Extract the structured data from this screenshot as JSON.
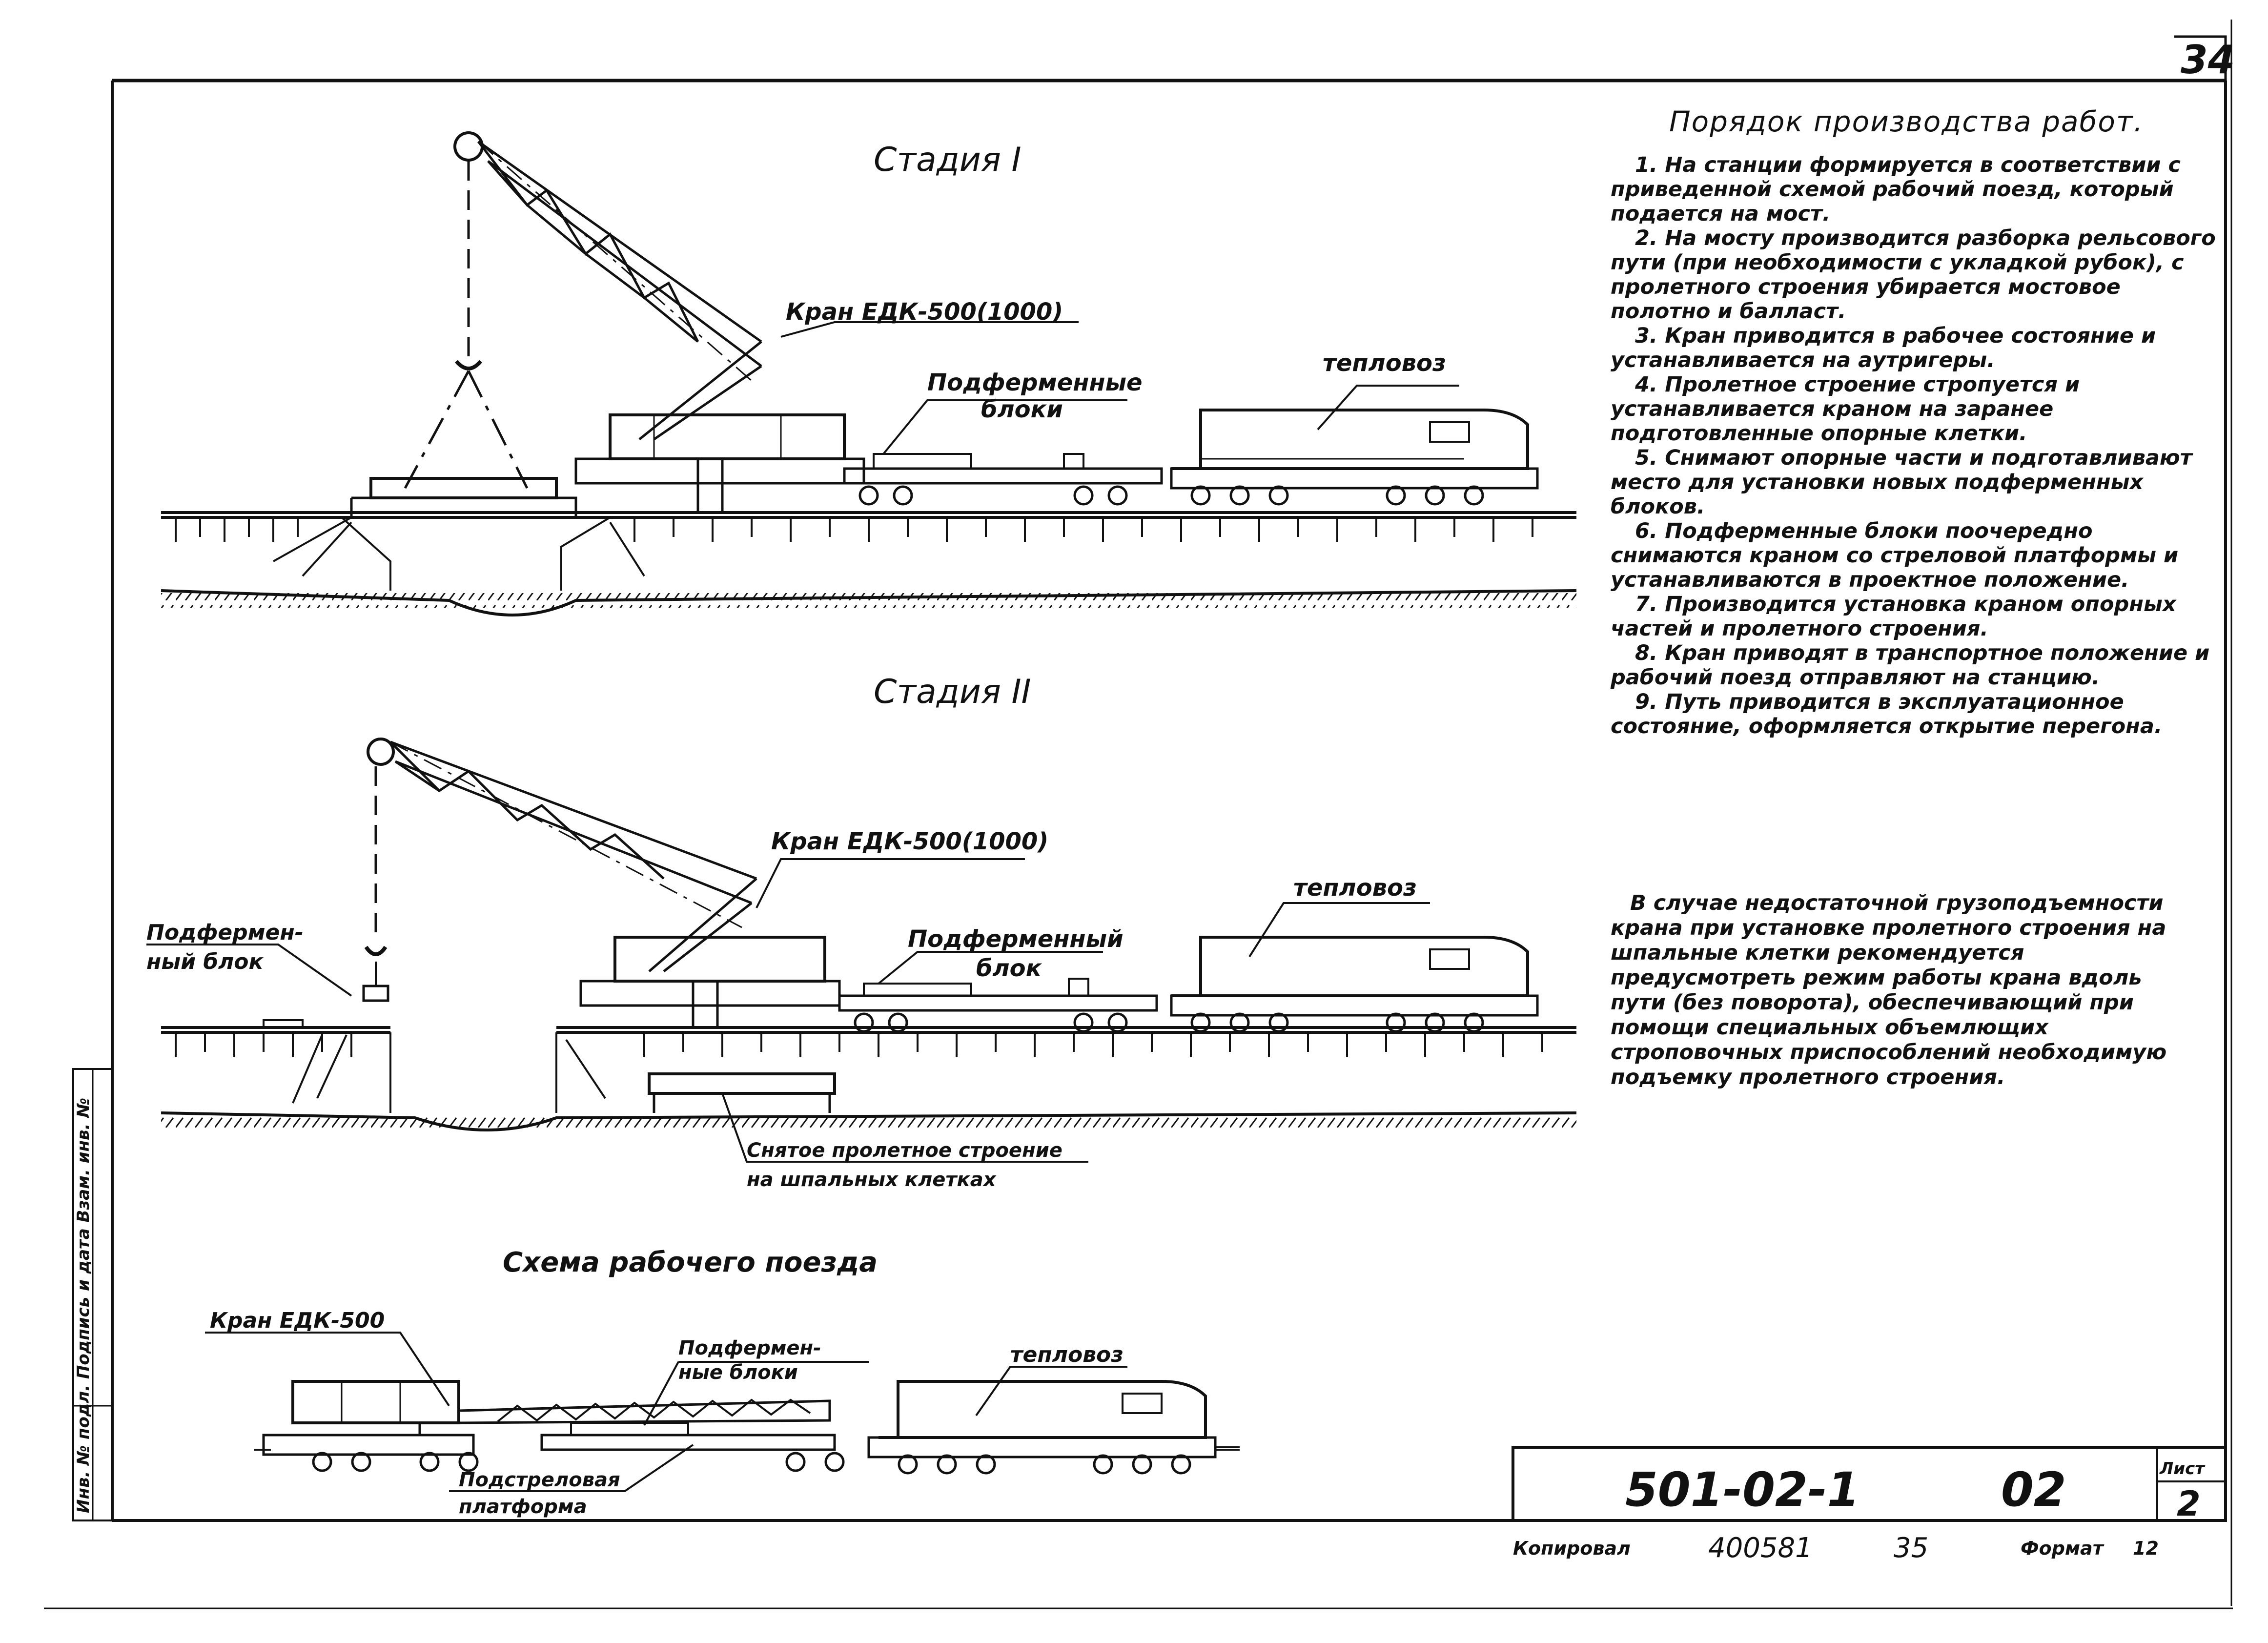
{
  "sheet_number": "34",
  "stage1": {
    "title": "Стадия I",
    "crane_label": "Кран ЕДК-500(1000)",
    "blocks_label_line1": "Подферменные",
    "blocks_label_line2": "блоки",
    "locomotive_label": "тепловоз"
  },
  "stage2": {
    "title": "Стадия II",
    "crane_label": "Кран ЕДК-500(1000)",
    "block_label_line1": "Подферменный",
    "block_label_line2": "блок",
    "locomotive_label": "тепловоз",
    "hanging_block_line1": "Подфермен-",
    "hanging_block_line2": "ный блок",
    "removed_span_line1": "Снятое пролетное строение",
    "removed_span_line2": "на шпальных клетках"
  },
  "train_scheme": {
    "title": "Схема рабочего поезда",
    "crane_label": "Кран ЕДК-500",
    "blocks_line1": "Подфермен-",
    "blocks_line2": "ные блоки",
    "locomotive_label": "тепловоз",
    "platform_line1": "Подстреловая",
    "platform_line2": "платформа"
  },
  "work_order": {
    "title": "Порядок производства работ.",
    "items": [
      "1. На станции формируется в соответствии с приведенной схемой рабочий поезд, который подается на мост.",
      "2. На мосту производится разборка рельсового пути (при необходимости с укладкой рубок), с пролетного строения убирается мостовое полотно и балласт.",
      "3. Кран приводится в рабочее состояние и устанавливается на аутригеры.",
      "4. Пролетное строение стропуется и устанавливается краном на заранее подготовленные опорные клетки.",
      "5. Снимают опорные части и подготавливают место для установки новых подферменных блоков.",
      "6. Подферменные блоки поочередно снимаются краном со стреловой платформы и устанавливаются в проектное положение.",
      "7. Производится установка краном опорных частей и пролетного строения.",
      "8. Кран приводят в транспортное положение и рабочий поезд отправляют на станцию.",
      "9. Путь приводится в эксплуатационное состояние, оформляется открытие перегона."
    ],
    "note": "В случае недостаточной грузоподъемности крана при установке пролетного строения на шпальные клетки рекомендуется предусмотреть режим работы крана вдоль пути (без поворота), обеспечивающий при помощи специальных объемлющих строповочных приспособлений необходимую подъемку пролетного строения."
  },
  "title_block": {
    "code": "501-02-1",
    "section": "02",
    "sheet_label": "Лист",
    "sheet": "2",
    "copied_label": "Копировал",
    "inventory": "400581",
    "num": "35",
    "format_label": "Формат",
    "format": "12"
  },
  "side_stamp": "Инв. № подл. Подпись и дата Взам. инв. №"
}
